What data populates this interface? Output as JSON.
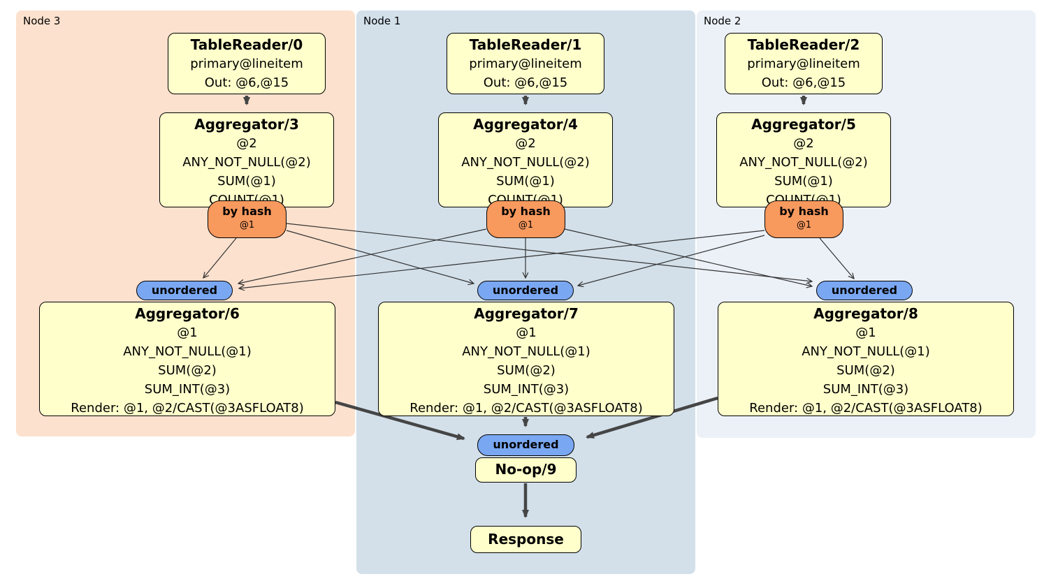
{
  "diagram": {
    "nodes": [
      {
        "label": "Node 3",
        "table_reader": {
          "title": "TableReader/0",
          "lines": [
            "primary@lineitem",
            "Out: @6,@15"
          ]
        },
        "aggregator": {
          "title": "Aggregator/3",
          "lines": [
            "@2",
            "ANY_NOT_NULL(@2)",
            "SUM(@1)",
            "COUNT(@1)"
          ]
        },
        "router": {
          "title": "by hash",
          "detail": "@1"
        },
        "sync": {
          "label": "unordered"
        },
        "final_aggregator": {
          "title": "Aggregator/6",
          "lines": [
            "@1",
            "ANY_NOT_NULL(@1)",
            "SUM(@2)",
            "SUM_INT(@3)",
            "Render: @1, @2/CAST(@3ASFLOAT8)"
          ]
        }
      },
      {
        "label": "Node 1",
        "table_reader": {
          "title": "TableReader/1",
          "lines": [
            "primary@lineitem",
            "Out: @6,@15"
          ]
        },
        "aggregator": {
          "title": "Aggregator/4",
          "lines": [
            "@2",
            "ANY_NOT_NULL(@2)",
            "SUM(@1)",
            "COUNT(@1)"
          ]
        },
        "router": {
          "title": "by hash",
          "detail": "@1"
        },
        "sync": {
          "label": "unordered"
        },
        "final_aggregator": {
          "title": "Aggregator/7",
          "lines": [
            "@1",
            "ANY_NOT_NULL(@1)",
            "SUM(@2)",
            "SUM_INT(@3)",
            "Render: @1, @2/CAST(@3ASFLOAT8)"
          ]
        }
      },
      {
        "label": "Node 2",
        "table_reader": {
          "title": "TableReader/2",
          "lines": [
            "primary@lineitem",
            "Out: @6,@15"
          ]
        },
        "aggregator": {
          "title": "Aggregator/5",
          "lines": [
            "@2",
            "ANY_NOT_NULL(@2)",
            "SUM(@1)",
            "COUNT(@1)"
          ]
        },
        "router": {
          "title": "by hash",
          "detail": "@1"
        },
        "sync": {
          "label": "unordered"
        },
        "final_aggregator": {
          "title": "Aggregator/8",
          "lines": [
            "@1",
            "ANY_NOT_NULL(@1)",
            "SUM(@2)",
            "SUM_INT(@3)",
            "Render: @1, @2/CAST(@3ASFLOAT8)"
          ]
        }
      }
    ],
    "output": {
      "sync": {
        "label": "unordered"
      },
      "noop": {
        "title": "No-op/9"
      },
      "response": {
        "title": "Response"
      }
    },
    "colors": {
      "node3_bg": "#fce1ce",
      "node1_bg": "#d3e0ea",
      "node2_bg": "#ecf1f8",
      "processor_fill": "#ffffcc",
      "router_fill": "#f8995e",
      "sync_fill": "#7aa7f1",
      "edge_thick": "#454545",
      "edge_thin": "#333333"
    }
  }
}
